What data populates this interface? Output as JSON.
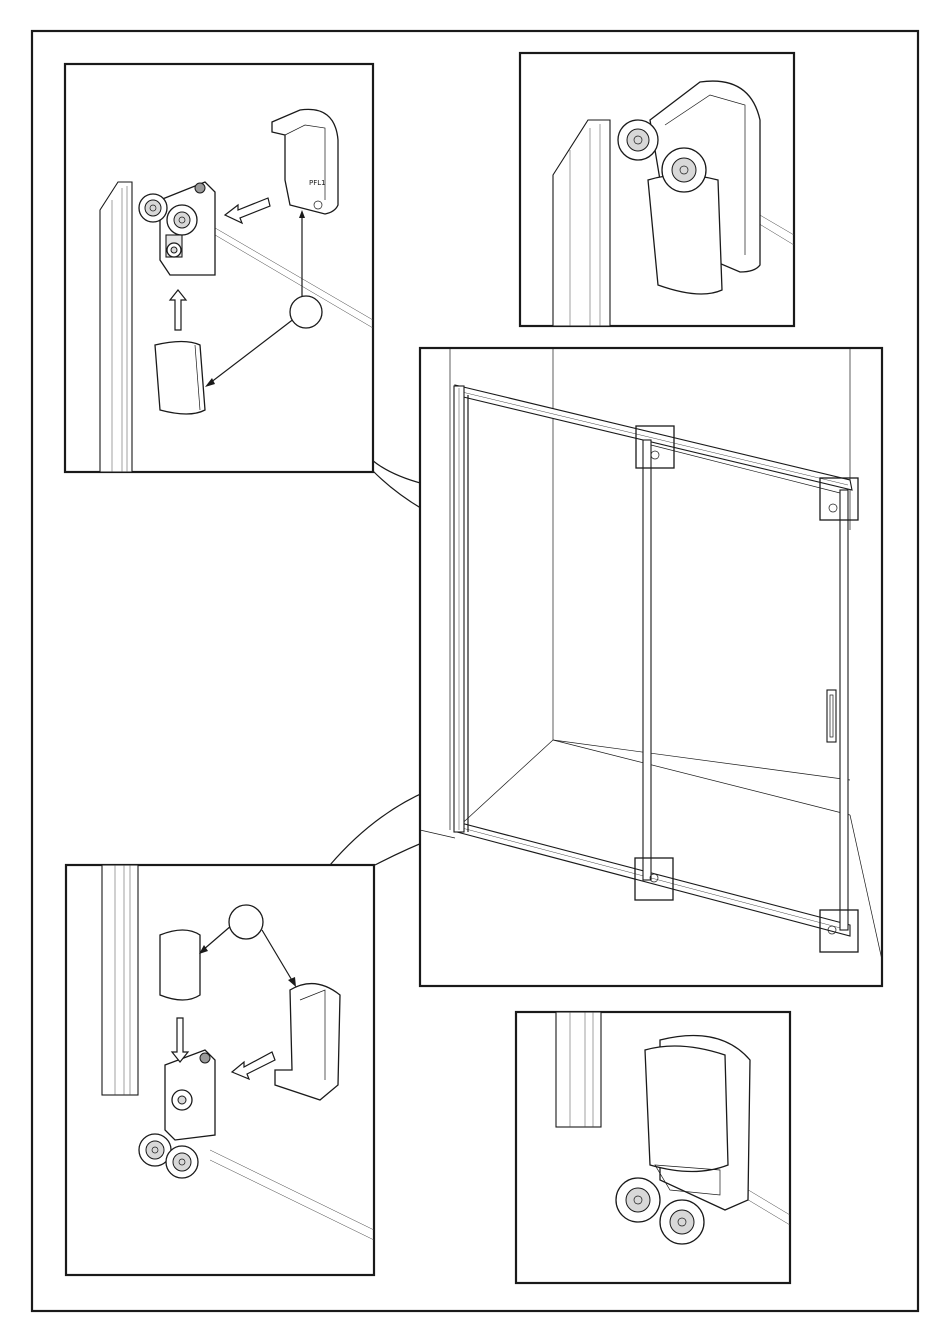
{
  "figure": {
    "kind": "sliding shower door assembly illustration",
    "callouts": [
      {
        "id": "detail-top-left-callout",
        "label": ""
      },
      {
        "id": "detail-bottom-left-callout",
        "label": ""
      }
    ],
    "part_text": "PFL1"
  }
}
